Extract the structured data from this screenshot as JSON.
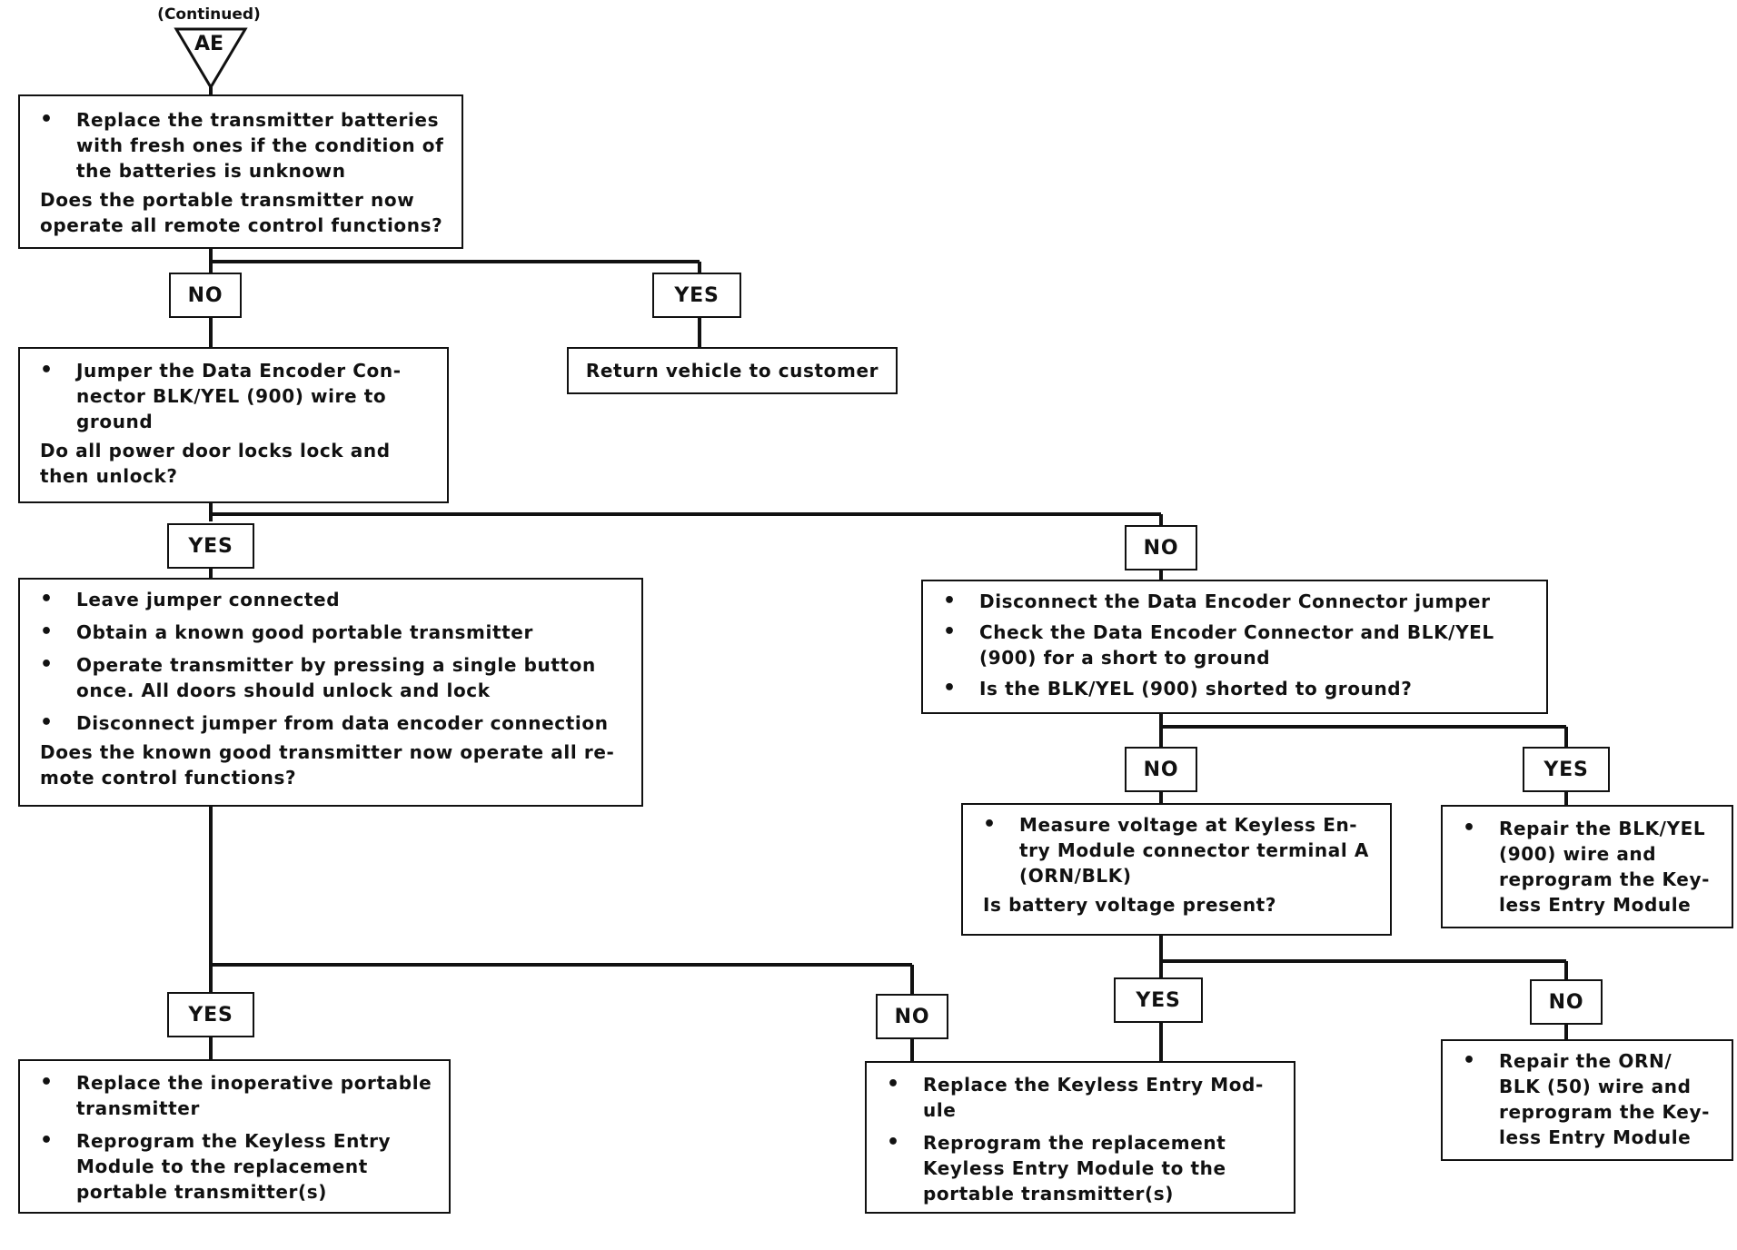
{
  "header": {
    "continued": "(Continued)",
    "connector": "AE"
  },
  "boxes": {
    "step1": {
      "bullets": [
        "Replace the transmitter batteries with fresh ones if the condition of the batteries is unknown"
      ],
      "question": "Does the portable transmitter now operate all remote control functions?"
    },
    "return_vehicle": {
      "text": "Return vehicle to customer"
    },
    "step2": {
      "bullets": [
        "Jumper the Data Encoder Con-nector BLK/YEL (900) wire to ground"
      ],
      "question": "Do all power door locks lock and then unlock?"
    },
    "step3_left": {
      "bullets": [
        "Leave jumper connected",
        "Obtain a known good portable transmitter",
        "Operate transmitter by pressing a single button once. All doors should unlock and lock",
        "Disconnect jumper from data encoder connection"
      ],
      "question": "Does the known good transmitter now operate all re-mote control functions?"
    },
    "step3_right": {
      "bullets": [
        "Disconnect the Data Encoder Connector jumper",
        "Check the Data Encoder Connector and BLK/YEL (900) for a short to ground",
        "Is the BLK/YEL (900) shorted to ground?"
      ]
    },
    "measure_voltage": {
      "bullets": [
        "Measure voltage at Keyless En-try Module connector terminal A (ORN/BLK)"
      ],
      "question": "Is battery voltage present?"
    },
    "repair_blk_yel": {
      "bullets": [
        "Repair the BLK/YEL (900) wire and reprogram the Key-less Entry Module"
      ]
    },
    "replace_transmitter": {
      "bullets": [
        "Replace the inoperative portable transmitter",
        "Reprogram the Keyless Entry Module to the replacement portable transmitter(s)"
      ]
    },
    "replace_module": {
      "bullets": [
        "Replace the Keyless Entry Mod-ule",
        "Reprogram the replacement Keyless Entry Module to the portable transmitter(s)"
      ]
    },
    "repair_orn_blk": {
      "bullets": [
        "Repair the ORN/ BLK (50) wire and reprogram the Key-less Entry Module"
      ]
    }
  },
  "labels": {
    "l1_no": "NO",
    "l1_yes": "YES",
    "l2_yes": "YES",
    "l2_no": "NO",
    "l3_no": "NO",
    "l3_yes": "YES",
    "l4_yes": "YES",
    "l4_no": "NO",
    "l5_yes": "YES",
    "l5_no": "NO"
  }
}
